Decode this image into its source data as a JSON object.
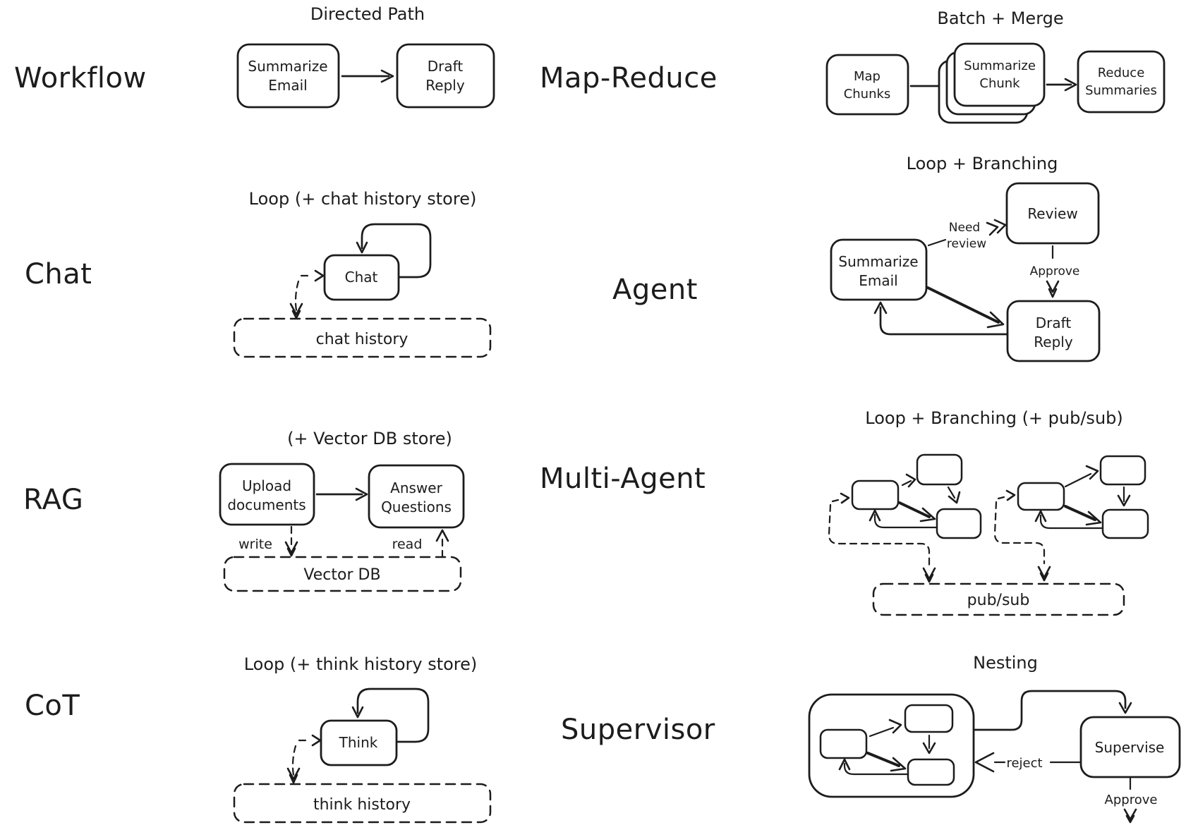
{
  "colors": {
    "ink": "#1c1c1c",
    "background": "#ffffff"
  },
  "sections": {
    "workflow": {
      "label": "Workflow",
      "title": "Directed Path",
      "nodes": {
        "summarize_email": [
          "Summarize",
          "Email"
        ],
        "draft_reply": [
          "Draft",
          "Reply"
        ]
      }
    },
    "map_reduce": {
      "label": "Map-Reduce",
      "title": "Batch + Merge",
      "nodes": {
        "map_chunks": [
          "Map",
          "Chunks"
        ],
        "summarize_chunk": [
          "Summarize",
          "Chunk"
        ],
        "reduce_summaries": [
          "Reduce",
          "Summaries"
        ]
      }
    },
    "chat": {
      "label": "Chat",
      "title": "Loop (+ chat history store)",
      "nodes": {
        "chat": "Chat"
      },
      "store": "chat history"
    },
    "agent": {
      "label": "Agent",
      "title": "Loop + Branching",
      "nodes": {
        "summarize_email": [
          "Summarize",
          "Email"
        ],
        "review": "Review",
        "draft_reply": [
          "Draft",
          "Reply"
        ]
      },
      "edges": {
        "need_review": [
          "Need",
          "review"
        ],
        "approve": "Approve"
      }
    },
    "rag": {
      "label": "RAG",
      "title": "(+ Vector DB store)",
      "nodes": {
        "upload_documents": [
          "Upload",
          "documents"
        ],
        "answer_questions": [
          "Answer",
          "Questions"
        ]
      },
      "edges": {
        "write": "write",
        "read": "read"
      },
      "store": "Vector DB"
    },
    "multi_agent": {
      "label": "Multi-Agent",
      "title": "Loop + Branching (+ pub/sub)",
      "store": "pub/sub"
    },
    "cot": {
      "label": "CoT",
      "title": "Loop (+ think history store)",
      "nodes": {
        "think": "Think"
      },
      "store": "think history"
    },
    "supervisor": {
      "label": "Supervisor",
      "title": "Nesting",
      "nodes": {
        "supervise": "Supervise"
      },
      "edges": {
        "reject": "reject",
        "approve": "Approve"
      }
    }
  }
}
